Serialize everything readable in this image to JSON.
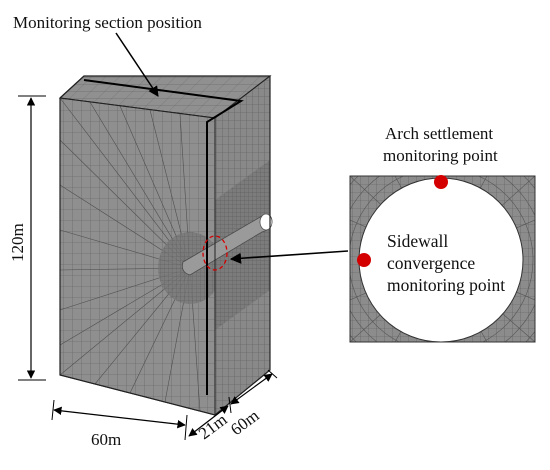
{
  "labels": {
    "monitoring_section": "Monitoring section position",
    "arch_line1": "Arch settlement",
    "arch_line2": "monitoring point",
    "sidewall_line1": "Sidewall",
    "sidewall_line2": "convergence",
    "sidewall_line3": "monitoring point"
  },
  "dimensions": {
    "height": "120m",
    "width_front": "60m",
    "depth_a": "21m",
    "depth_b": "60m"
  },
  "colors": {
    "mesh_face": "#8a8a8a",
    "mesh_lines": "#5c5c5c",
    "monitor_point": "#d40000",
    "section_line": "#000000",
    "highlight_ellipse": "#d40000"
  }
}
